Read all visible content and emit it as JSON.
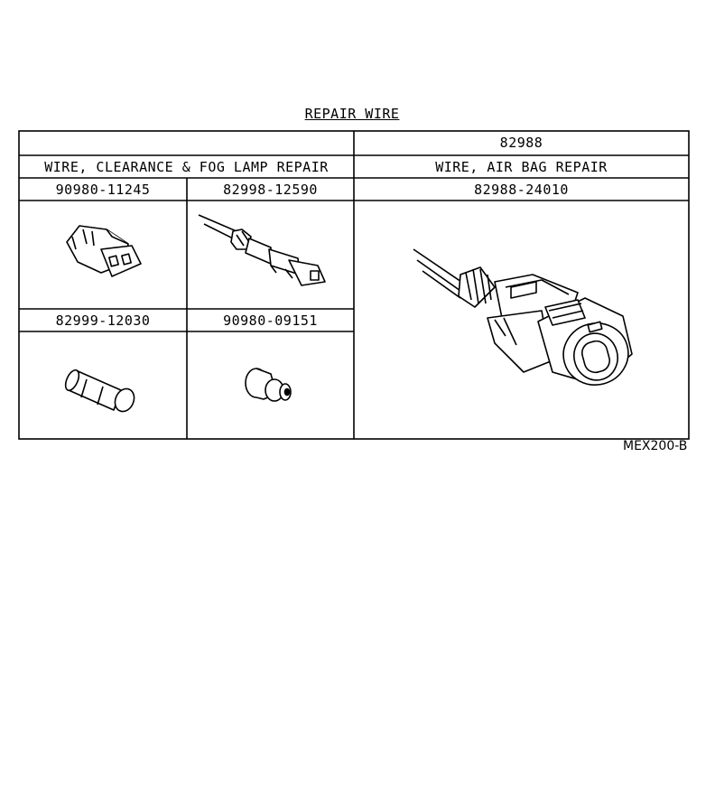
{
  "title": "REPAIR WIRE",
  "header": {
    "left_blank": "",
    "right_part": "82988",
    "left_desc": "WIRE, CLEARANCE & FOG LAMP REPAIR",
    "right_desc": "WIRE, AIR BAG REPAIR"
  },
  "parts": {
    "p1": "90980-11245",
    "p2": "82998-12590",
    "p3": "82988-24010",
    "p4": "82999-12030",
    "p5": "90980-09151"
  },
  "figure_code": "MEX200-B"
}
